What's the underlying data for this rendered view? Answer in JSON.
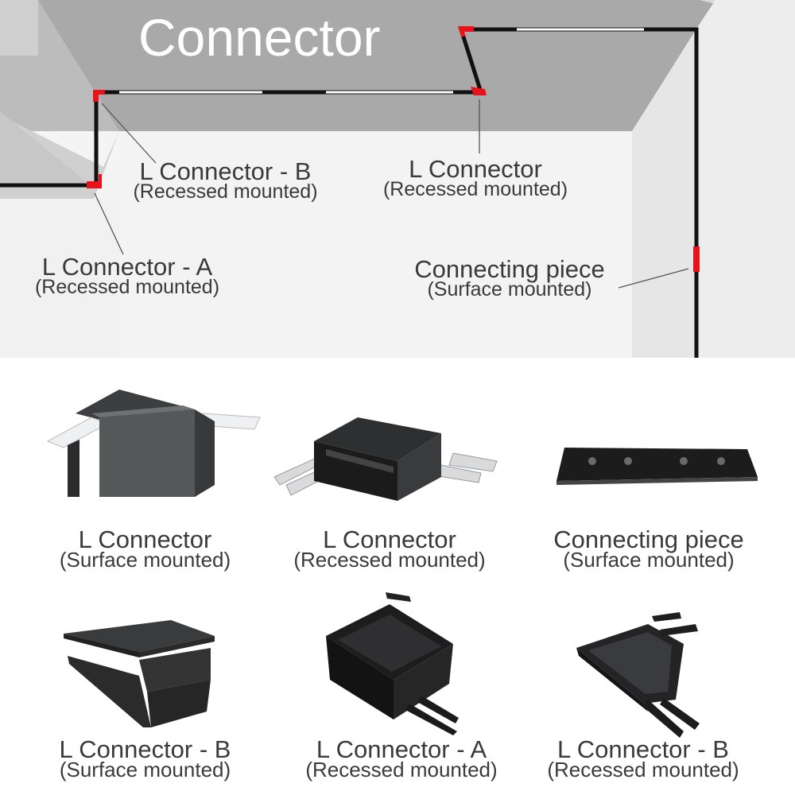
{
  "title": "Connector",
  "scene_labels": {
    "lb": {
      "name": "L Connector - B",
      "mount": "(Recessed mounted)"
    },
    "lc": {
      "name": "L Connector",
      "mount": "(Recessed mounted)"
    },
    "la": {
      "name": "L Connector - A",
      "mount": "(Recessed mounted)"
    },
    "cp": {
      "name": "Connecting piece",
      "mount": "(Surface mounted)"
    }
  },
  "products": [
    {
      "name": "L Connector",
      "mount": "(Surface mounted)",
      "icon": "surface-l-connector-image"
    },
    {
      "name": "L Connector",
      "mount": "(Recessed mounted)",
      "icon": "recessed-l-connector-image"
    },
    {
      "name": "Connecting piece",
      "mount": "(Surface mounted)",
      "icon": "connecting-plate-image"
    },
    {
      "name": "L Connector - B",
      "mount": "(Surface mounted)",
      "icon": "surface-l-connector-b-image"
    },
    {
      "name": "L Connector - A",
      "mount": "(Recessed mounted)",
      "icon": "recessed-l-connector-a-image"
    },
    {
      "name": "L Connector - B",
      "mount": "(Recessed mounted)",
      "icon": "recessed-l-connector-b-image"
    }
  ]
}
